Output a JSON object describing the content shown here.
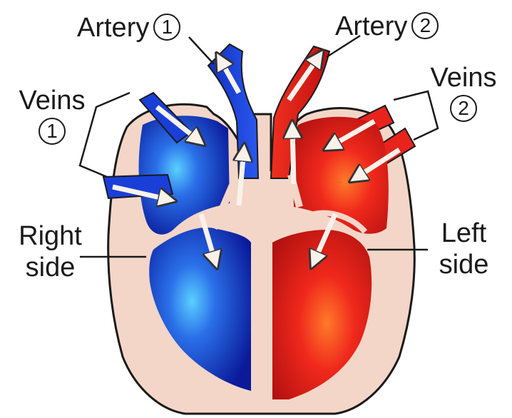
{
  "labels": {
    "artery_1": {
      "text": "Artery",
      "num": "1"
    },
    "artery_2": {
      "text": "Artery",
      "num": "2"
    },
    "veins_1": {
      "text": "Veins",
      "num": "1"
    },
    "veins_2": {
      "text": "Veins",
      "num": "2"
    },
    "right_side": {
      "line1": "Right",
      "line2": "side"
    },
    "left_side": {
      "line1": "Left",
      "line2": "side"
    }
  },
  "colors": {
    "deoxygenated": "#1a3fd9",
    "oxygenated": "#e8231c",
    "heart_wall": "#f3d6c8",
    "outline": "#1a1a1a"
  }
}
